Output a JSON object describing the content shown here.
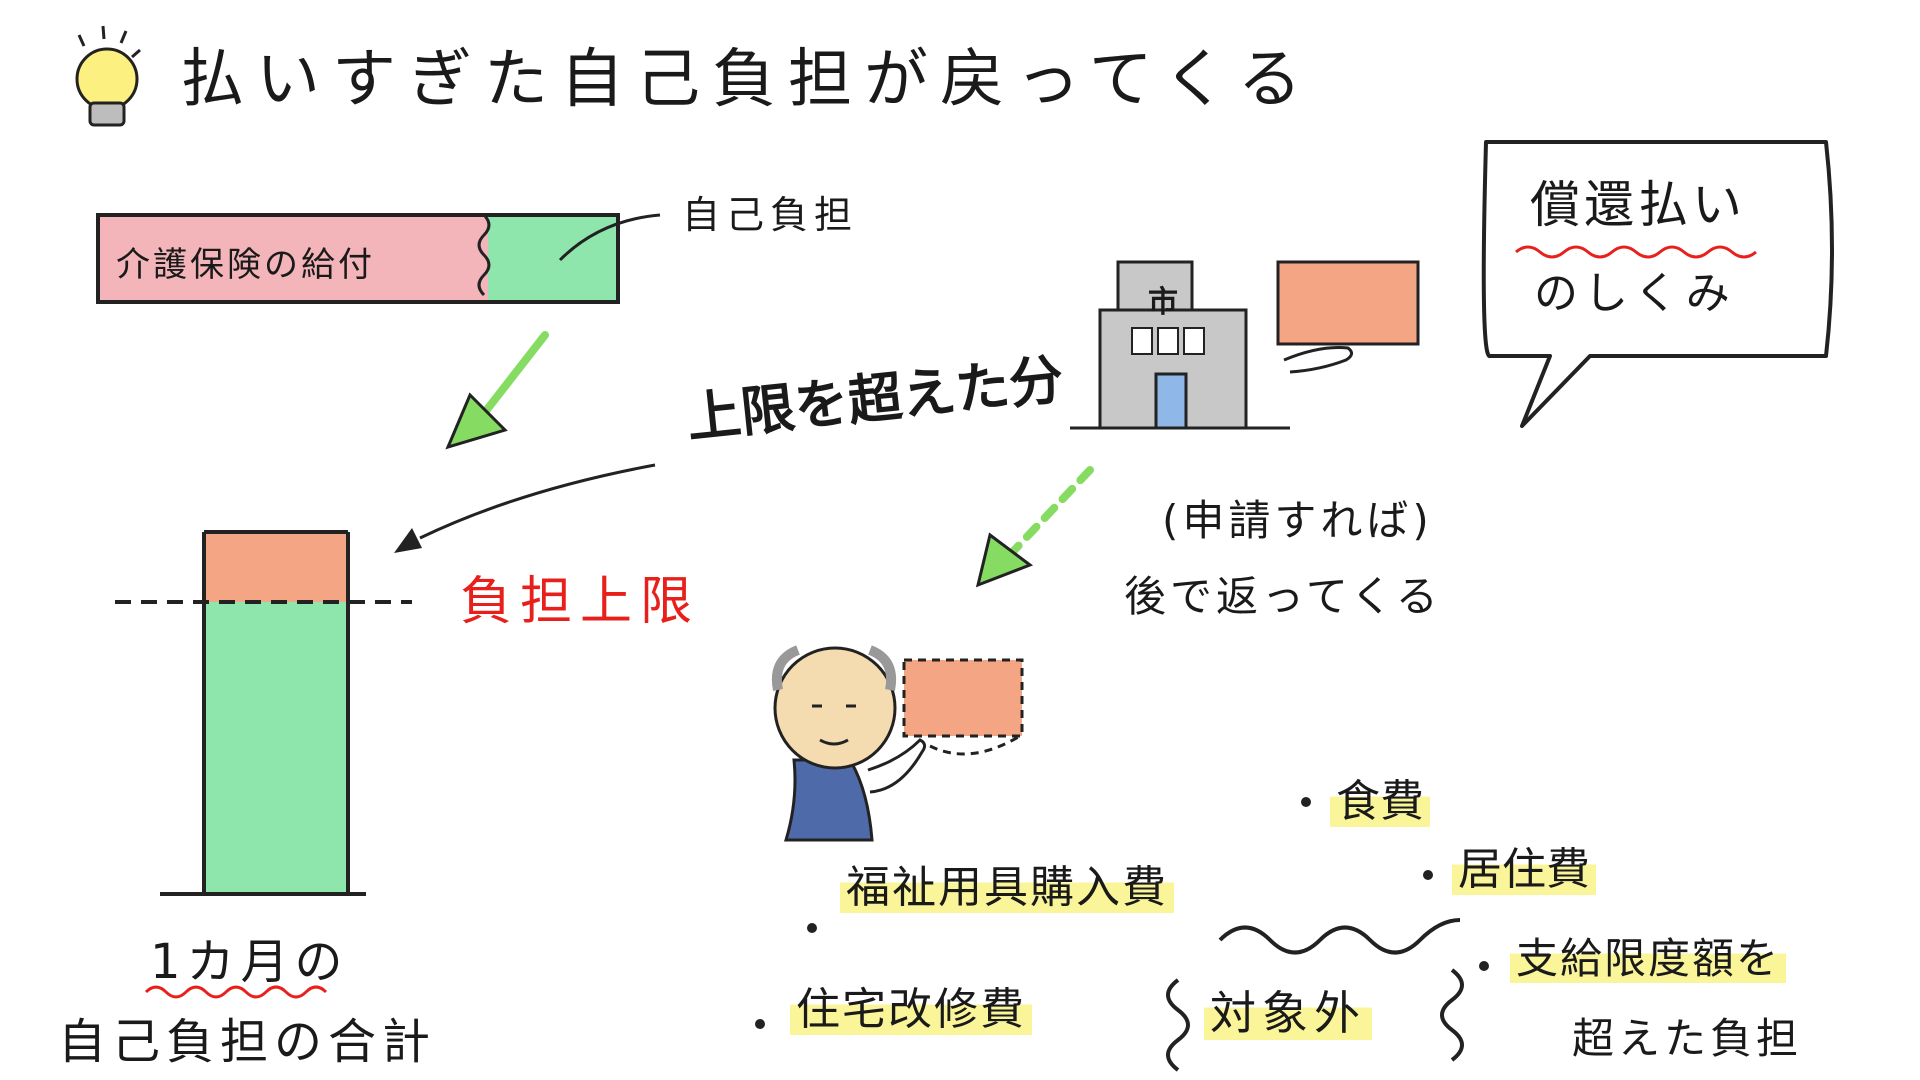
{
  "title": "払いすぎた自己負担が戻ってくる",
  "top_bar": {
    "benefit_label": "介護保険の給付",
    "copay_label": "自己負担"
  },
  "excess_label": "上限を超えた分",
  "limit_label": "負担上限",
  "monthly_total": {
    "line1": "1カ月の",
    "line2": "自己負担の合計"
  },
  "city_hall_sign": "市",
  "return_note": {
    "line1": "(申請すれば)",
    "line2": "後で返ってくる"
  },
  "bubble": {
    "line1": "償還払い",
    "line2": "のしくみ"
  },
  "exclusions": {
    "items": [
      "食費",
      "福祉用具購入費",
      "居住費",
      "住宅改修費",
      "支給限度額を",
      "超えた負担"
    ],
    "label": "対象外"
  },
  "colors": {
    "green": "#8ee6ad",
    "pink": "#f4b5ba",
    "orange": "#f4a684",
    "yellow": "#fbf59a",
    "red": "#e8201c",
    "arrow_green": "#86dc62",
    "building_gray": "#c8c8c8",
    "door_blue": "#8fb8e8",
    "jacket_blue": "#4f6aa8"
  }
}
